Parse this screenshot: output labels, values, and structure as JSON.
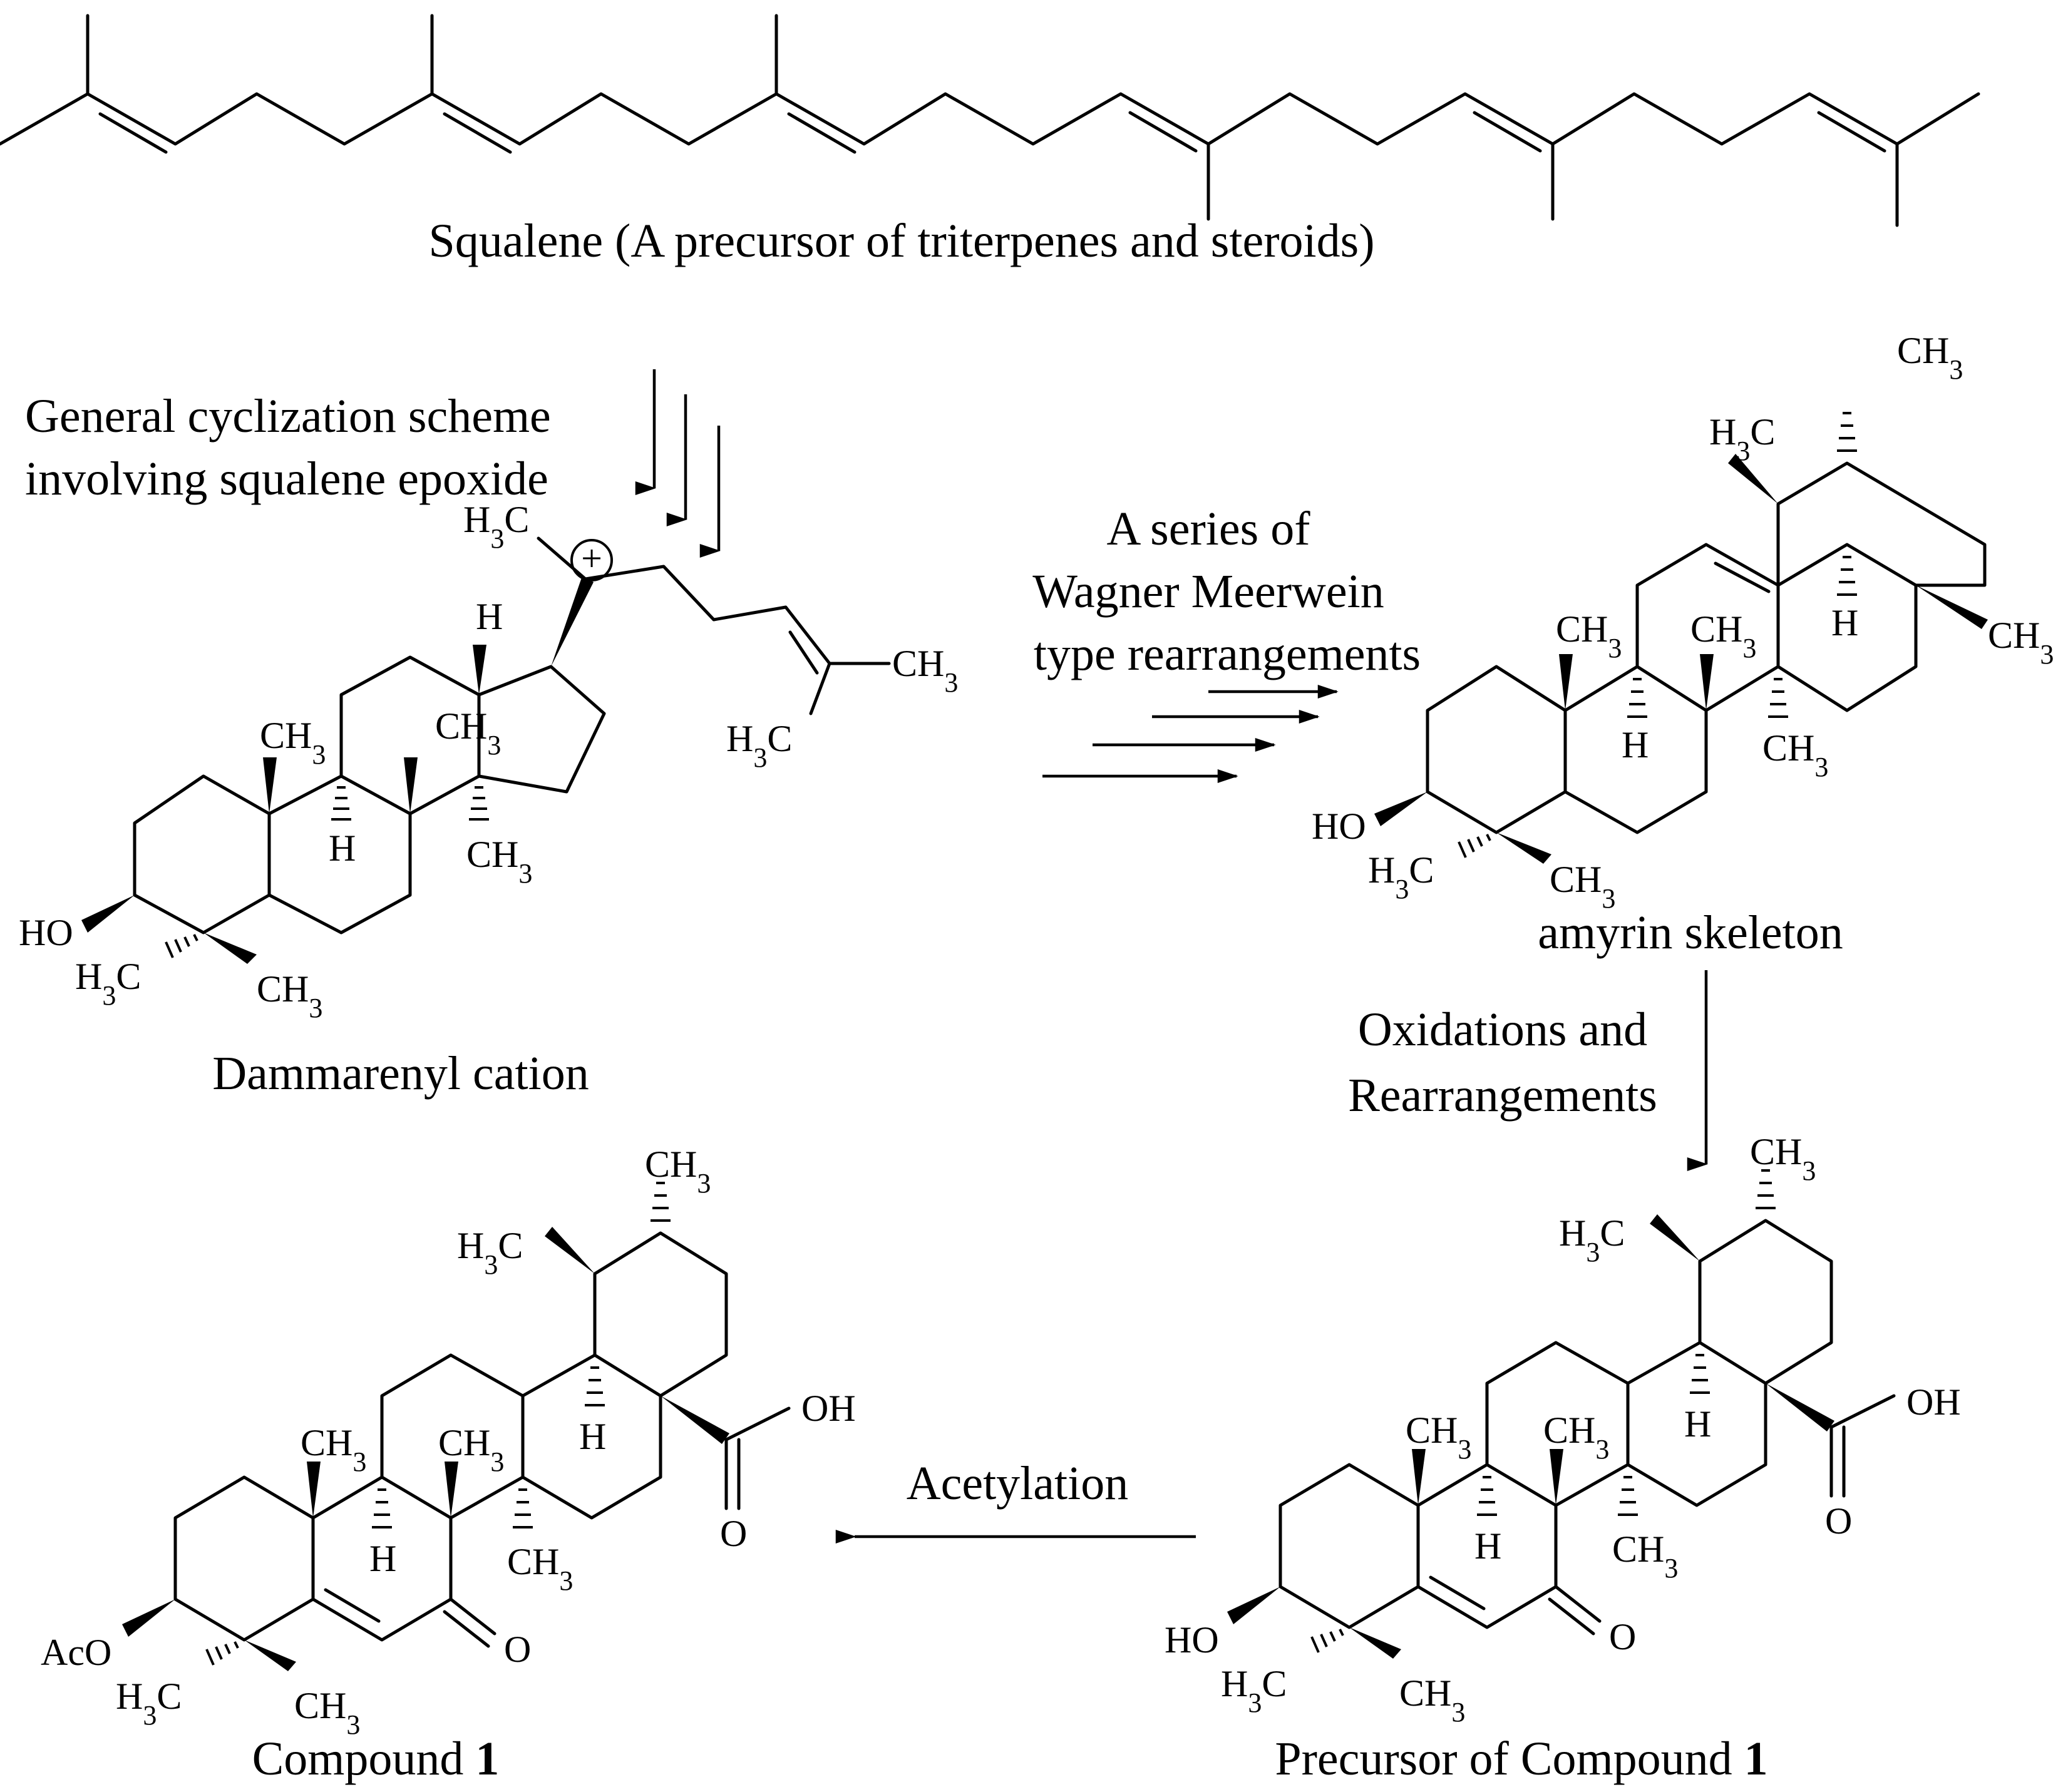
{
  "squalene": {
    "caption": "Squalene (A precursor of triterpenes and steroids)"
  },
  "cyclization": {
    "line1": "General cyclization scheme",
    "line2": "involving squalene epoxide"
  },
  "wagner": {
    "line1": "A series of",
    "line2": "Wagner Meerwein",
    "line3": "type rearrangements"
  },
  "oxidations": {
    "line1": "Oxidations and",
    "line2": "Rearrangements"
  },
  "acetylation": {
    "label": "Acetylation"
  },
  "dammarenyl": {
    "caption": "Dammarenyl cation",
    "atoms": {
      "h3c_top": "H3C",
      "plus": "+",
      "h": "H",
      "ch3_tail": "CH3",
      "h3c_tail": "H3C",
      "ch3_a": "CH3",
      "ch3_b": "CH3",
      "h_a": "H",
      "ch3_c": "CH3",
      "ho": "HO",
      "h3c_bottom": "H3C",
      "ch3_bottom": "CH3"
    }
  },
  "amyrin": {
    "caption": "amyrin skeleton",
    "atoms": {
      "ch3_top": "CH3",
      "h3c_top": "H3C",
      "ch3_right": "CH3",
      "ch3_a": "CH3",
      "ch3_b": "CH3",
      "h_e": "H",
      "h_a": "H",
      "ch3_c": "CH3",
      "ho": "HO",
      "h3c_bottom": "H3C",
      "ch3_bottom": "CH3"
    }
  },
  "precursor": {
    "caption_prefix": "Precursor of Compound ",
    "caption_number": "1",
    "atoms": {
      "ch3_top": "CH3",
      "h3c_top": "H3C",
      "oh": "OH",
      "o_acid": "O",
      "ch3_a": "CH3",
      "ch3_b": "CH3",
      "h_e": "H",
      "h_a": "H",
      "ch3_c": "CH3",
      "o_ketone": "O",
      "ho": "HO",
      "h3c_bottom": "H3C",
      "ch3_bottom": "CH3"
    }
  },
  "compound1": {
    "caption_prefix": "Compound ",
    "caption_number": "1",
    "atoms": {
      "ch3_top": "CH3",
      "h3c_top": "H3C",
      "oh": "OH",
      "o_acid": "O",
      "ch3_a": "CH3",
      "ch3_b": "CH3",
      "h_e": "H",
      "h_a": "H",
      "ch3_c": "CH3",
      "o_ketone": "O",
      "aco": "AcO",
      "h3c_bottom": "H3C",
      "ch3_bottom": "CH3"
    }
  }
}
